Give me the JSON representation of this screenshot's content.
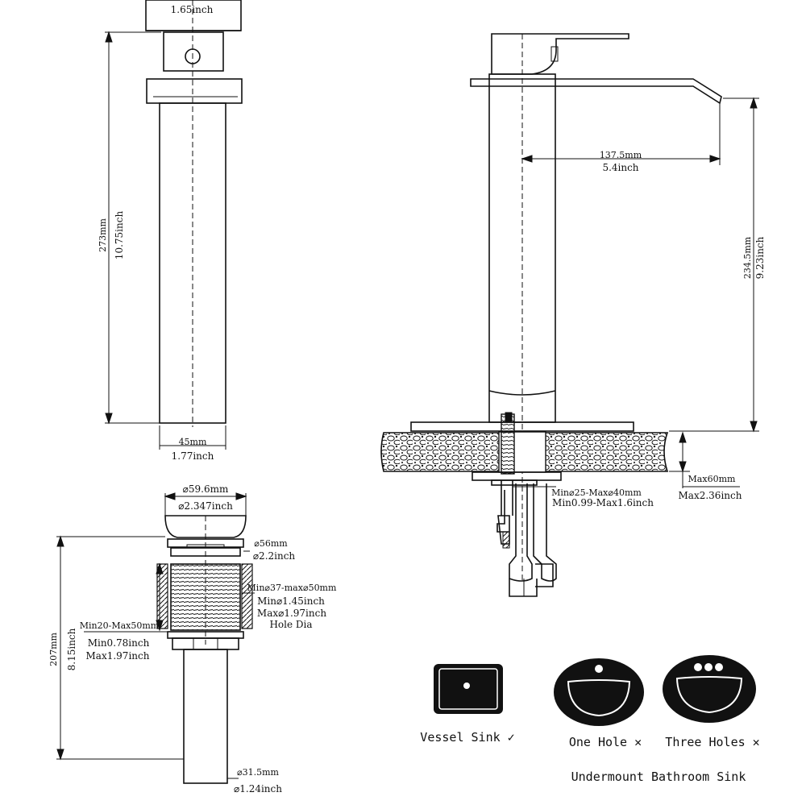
{
  "top_left_view": {
    "top_width": "1.65inch",
    "height_mm": "273mm",
    "height_in": "10.75inch",
    "base_width_mm": "45mm",
    "base_width_in": "1.77inch"
  },
  "side_view": {
    "reach_mm": "137.5mm",
    "reach_in": "5.4inch",
    "height_mm": "234.5mm",
    "height_in": "9.23inch",
    "hole_min_max_mm": "Min⌀25-Max⌀40mm",
    "hole_min_max_in": "Min0.99-Max1.6inch",
    "deck_max_mm": "Max60mm",
    "deck_max_in": "Max2.36inch"
  },
  "drain_view": {
    "cap_dia_mm": "⌀59.6mm",
    "cap_dia_in": "⌀2.347inch",
    "flange_dia_mm": "⌀56mm",
    "flange_dia_in": "⌀2.2inch",
    "hole_mm": "Min⌀37-max⌀50mm",
    "hole_min_in": "Min⌀1.45inch",
    "hole_max_in": "Max⌀1.97inch",
    "hole_label": "Hole Dia",
    "thick_mm": "Min20-Max50mm",
    "thick_min_in": "Min0.78inch",
    "thick_max_in": "Max1.97inch",
    "height_mm": "207mm",
    "height_in": "8.15inch",
    "pipe_dia_mm": "⌀31.5mm",
    "pipe_dia_in": "⌀1.24inch"
  },
  "sinks": {
    "vessel": "Vessel Sink ✓",
    "one_hole": "One Hole ✕",
    "three_holes": "Three Holes ✕",
    "undermount": "Undermount Bathroom Sink"
  }
}
